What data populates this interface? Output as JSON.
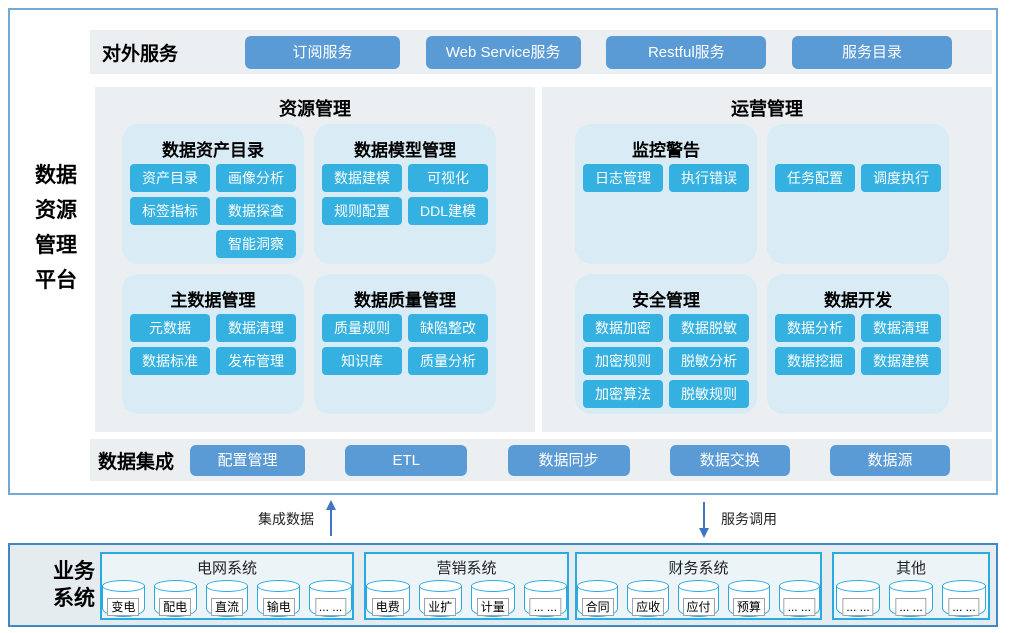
{
  "colors": {
    "accent_blue": "#5b9bd5",
    "accent_cyan": "#34b1e0",
    "subpanel_bg": "#d9ecf5",
    "panel_bg": "#ebeff2",
    "main_border": "#74a9d4",
    "business_border": "#4187c3",
    "cylinder_stroke": "#29abe2",
    "arrow": "#4472c4"
  },
  "platform": {
    "label_lines": [
      "数据",
      "资源",
      "管理",
      "平台"
    ]
  },
  "external": {
    "title": "对外服务",
    "buttons": [
      "订阅服务",
      "Web Service服务",
      "Restful服务",
      "服务目录"
    ]
  },
  "resource": {
    "title": "资源管理",
    "asset_catalog": {
      "title": "数据资产目录",
      "b0": "资产目录",
      "b1": "画像分析",
      "b2": "标签指标",
      "b3": "数据探查",
      "b4": "智能洞察"
    },
    "model_mgmt": {
      "title": "数据模型管理",
      "b0": "数据建模",
      "b1": "可视化",
      "b2": "规则配置",
      "b3": "DDL建模"
    },
    "master_data": {
      "title": "主数据管理",
      "b0": "元数据",
      "b1": "数据清理",
      "b2": "数据标准",
      "b3": "发布管理"
    },
    "quality": {
      "title": "数据质量管理",
      "b0": "质量规则",
      "b1": "缺陷整改",
      "b2": "知识库",
      "b3": "质量分析"
    }
  },
  "operation": {
    "title": "运营管理",
    "monitor": {
      "title": "监控警告",
      "b0": "日志管理",
      "b1": "执行错误"
    },
    "schedule": {
      "b0": "任务配置",
      "b1": "调度执行"
    },
    "security": {
      "title": "安全管理",
      "b0": "数据加密",
      "b1": "数据脱敏",
      "b2": "加密规则",
      "b3": "脱敏分析",
      "b4": "加密算法",
      "b5": "脱敏规则"
    },
    "dev": {
      "title": "数据开发",
      "b0": "数据分析",
      "b1": "数据清理",
      "b2": "数据挖掘",
      "b3": "数据建模"
    }
  },
  "integration": {
    "title": "数据集成",
    "buttons": [
      "配置管理",
      "ETL",
      "数据同步",
      "数据交换",
      "数据源"
    ]
  },
  "flows": {
    "up_label": "集成数据",
    "down_label": "服务调用"
  },
  "business": {
    "title_line1": "业务",
    "title_line2": "系统",
    "systems": [
      {
        "name": "电网系统",
        "dbs": [
          "变电",
          "配电",
          "直流",
          "输电",
          "... ..."
        ]
      },
      {
        "name": "营销系统",
        "dbs": [
          "电费",
          "业扩",
          "计量",
          "... ..."
        ]
      },
      {
        "name": "财务系统",
        "dbs": [
          "合同",
          "应收",
          "应付",
          "预算",
          "... ..."
        ]
      },
      {
        "name": "其他",
        "dbs": [
          "... ...",
          "... ...",
          "... ..."
        ]
      }
    ]
  }
}
